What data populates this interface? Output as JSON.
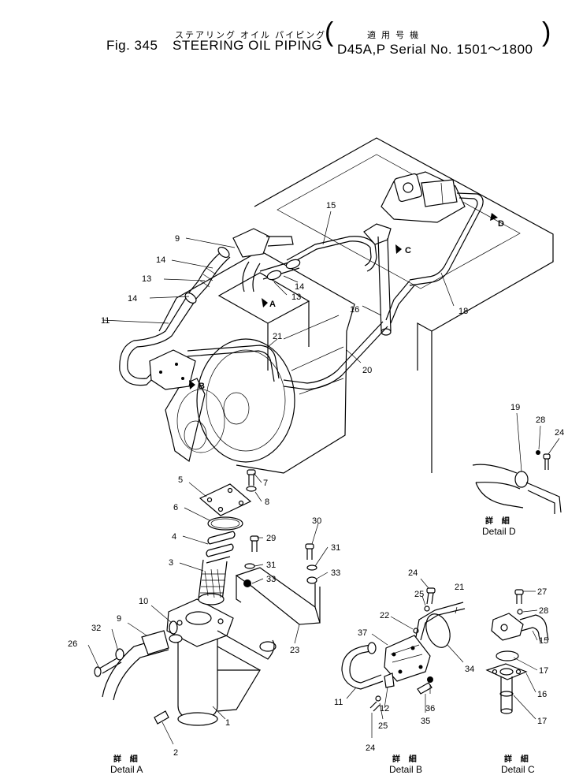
{
  "header": {
    "japanese_title": "ステアリング オイル パイピング",
    "japanese_applicability": "適 用 号 機",
    "figure_number": "Fig. 345",
    "title": "STEERING OIL PIPING",
    "applicability": "D45A,P Serial No. 1501～1800",
    "paren_open": "(",
    "paren_close": ")"
  },
  "arrows": {
    "A": "A",
    "B": "B",
    "C": "C",
    "D": "D"
  },
  "details": {
    "A": {
      "jp": "詳 細",
      "label": "Detail A"
    },
    "B": {
      "jp": "詳 細",
      "label": "Detail B"
    },
    "C": {
      "jp": "詳 細",
      "label": "Detail C"
    },
    "D": {
      "jp": "詳 細",
      "label": "Detail D"
    }
  },
  "callouts": {
    "c1": "1",
    "c2": "2",
    "c3": "3",
    "c4": "4",
    "c5": "5",
    "c6": "6",
    "c7": "7",
    "c8": "8",
    "c9": "9",
    "c10": "10",
    "c11": "11",
    "c12": "12",
    "c13": "13",
    "c14": "14",
    "c15": "15",
    "c16": "16",
    "c17": "17",
    "c18": "18",
    "c19": "19",
    "c20": "20",
    "c21": "21",
    "c22": "22",
    "c23": "23",
    "c24": "24",
    "c25": "25",
    "c26": "26",
    "c27": "27",
    "c28": "28",
    "c29": "29",
    "c30": "30",
    "c31": "31",
    "c32": "32",
    "c33": "33",
    "c34": "34",
    "c35": "35",
    "c36": "36",
    "c37": "37"
  }
}
